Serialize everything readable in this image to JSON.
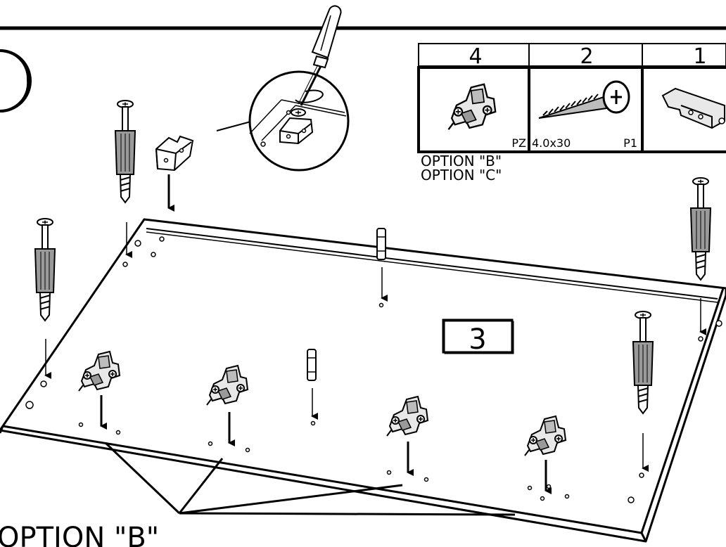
{
  "parts_table": {
    "quantities": [
      "4",
      "2",
      "1"
    ],
    "part_codes": [
      "PZ",
      "4.0x30",
      "P1"
    ]
  },
  "options": {
    "option_b": "OPTION \"B\"",
    "option_c": "OPTION \"C\""
  },
  "panel_label": "3",
  "callout_label": "OPTION \"B\""
}
